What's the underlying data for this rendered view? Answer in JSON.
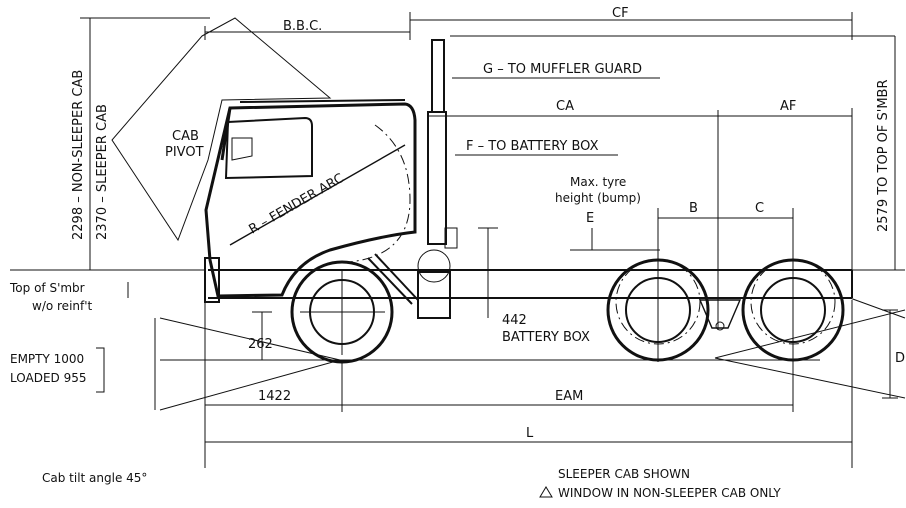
{
  "labels": {
    "bbc": "B.B.C.",
    "cf": "CF",
    "g_muffler": "G – TO MUFFLER GUARD",
    "ca": "CA",
    "af": "AF",
    "f_battery": "F – TO BATTERY BOX",
    "cab_pivot_1": "CAB",
    "cab_pivot_2": "PIVOT",
    "fender_arc": "R – FENDER ARC",
    "max_tyre_1": "Max. tyre",
    "max_tyre_2": "height (bump)",
    "b": "B",
    "c": "C",
    "e": "E",
    "non_sleeper_cab": "2298 – NON-SLEEPER CAB",
    "sleeper_cab": "2370 – SLEEPER CAB",
    "top_smbr_vertical": "2579 TO TOP OF S'MBR",
    "top_smbr_1": "Top of S'mbr",
    "top_smbr_2": "w/o reinf't",
    "dim_442": "442",
    "battery_box": "BATTERY BOX",
    "dim_262": "262",
    "empty": "EMPTY 1000",
    "loaded": "LOADED 955",
    "dim_1422": "1422",
    "eam": "EAM",
    "l": "L",
    "d": "D",
    "cab_tilt": "Cab tilt angle 45°",
    "sleeper_shown": "SLEEPER CAB SHOWN",
    "window_note": "WINDOW IN NON-SLEEPER CAB ONLY"
  }
}
